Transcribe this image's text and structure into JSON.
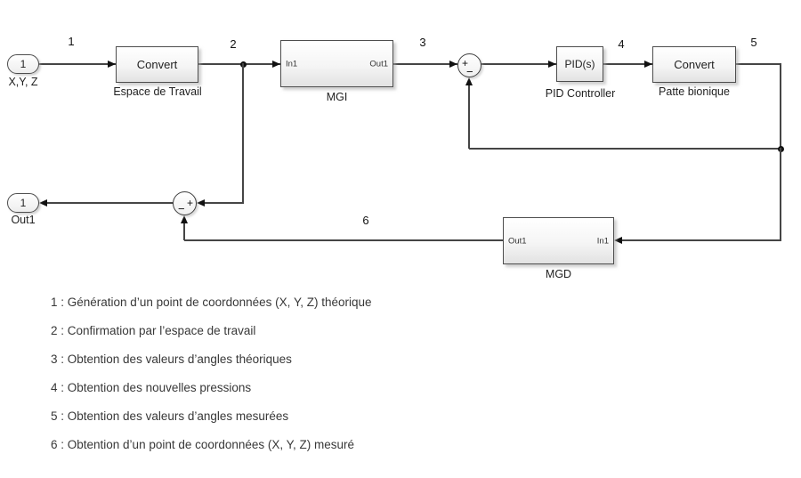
{
  "diagram": {
    "colors": {
      "background": "#ffffff",
      "wire": "#454545",
      "block_border": "#4d4d4d",
      "arrow": "#111111"
    },
    "inport": {
      "number": "1",
      "caption": "X,Y, Z"
    },
    "workspace_block": {
      "label": "Convert",
      "caption": "Espace de Travail"
    },
    "mgi_block": {
      "in_port": "In1",
      "out_port": "Out1",
      "caption": "MGI"
    },
    "sum1": {
      "plus": "+",
      "minus": "−"
    },
    "pid_block": {
      "label": "PID(s)",
      "caption": "PID Controller"
    },
    "patte_block": {
      "label": "Convert",
      "caption": "Patte bionique"
    },
    "mgd_block": {
      "out_port": "Out1",
      "in_port": "In1",
      "caption": "MGD"
    },
    "sum2": {
      "plus": "+",
      "minus": "−"
    },
    "outport": {
      "number": "1",
      "caption": "Out1"
    },
    "wire_labels": {
      "n1": "1",
      "n2": "2",
      "n3": "3",
      "n4": "4",
      "n5": "5",
      "n6": "6"
    }
  },
  "legend": {
    "items": [
      "1 : Génération d’un point de coordonnées (X, Y, Z) théorique",
      "2 : Confirmation par l’espace de travail",
      "3 : Obtention des valeurs d’angles théoriques",
      "4 : Obtention des nouvelles pressions",
      "5 : Obtention des valeurs d’angles mesurées",
      "6 : Obtention d’un point de coordonnées (X, Y, Z) mesuré"
    ]
  }
}
